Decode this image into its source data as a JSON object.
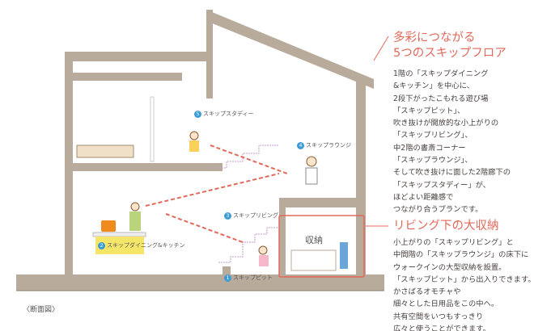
{
  "section1": {
    "heading": "多彩につながる\n5つのスキップフロア",
    "body": "1階の「スキップダイニング\n&キッチン」を中心に、\n2段下がったこもれる遊び場\n「スキップピット」、\n吹き抜けが開放的な小上がりの\n「スキップリビング」、\n中2階の書斎コーナー\n「スキップラウンジ」、\nそして吹き抜けに面した2階廊下の\n「スキップスタディー」が、\nほどよい距離感で\nつながり合うプランです。"
  },
  "section2": {
    "heading": "リビング下の大収納",
    "body": "小上がりの「スキップリビング」と\n中間階の「スキップラウンジ」の床下に\nウォークインの大型収納を設置。\n「スキップピット」から出入りできます。\nかさばるオモチャや\n細々とした日用品をこの中へ。\n共有空間をいつもすっきり\n広々と使うことができます。"
  },
  "labels": [
    {
      "num": "1",
      "text": "スキップピット"
    },
    {
      "num": "2",
      "text": "スキップダイニング&キッチン"
    },
    {
      "num": "3",
      "text": "スキップリビング"
    },
    {
      "num": "4",
      "text": "スキップラウンジ"
    },
    {
      "num": "5",
      "text": "スキップスタディー"
    }
  ],
  "storage_label": "収納",
  "caption": "〈断面図〉",
  "colors": {
    "accent": "#e2685a",
    "wall": "#b8ab9c",
    "badge": "#3d9bd6",
    "counter": "#f5e66a"
  }
}
